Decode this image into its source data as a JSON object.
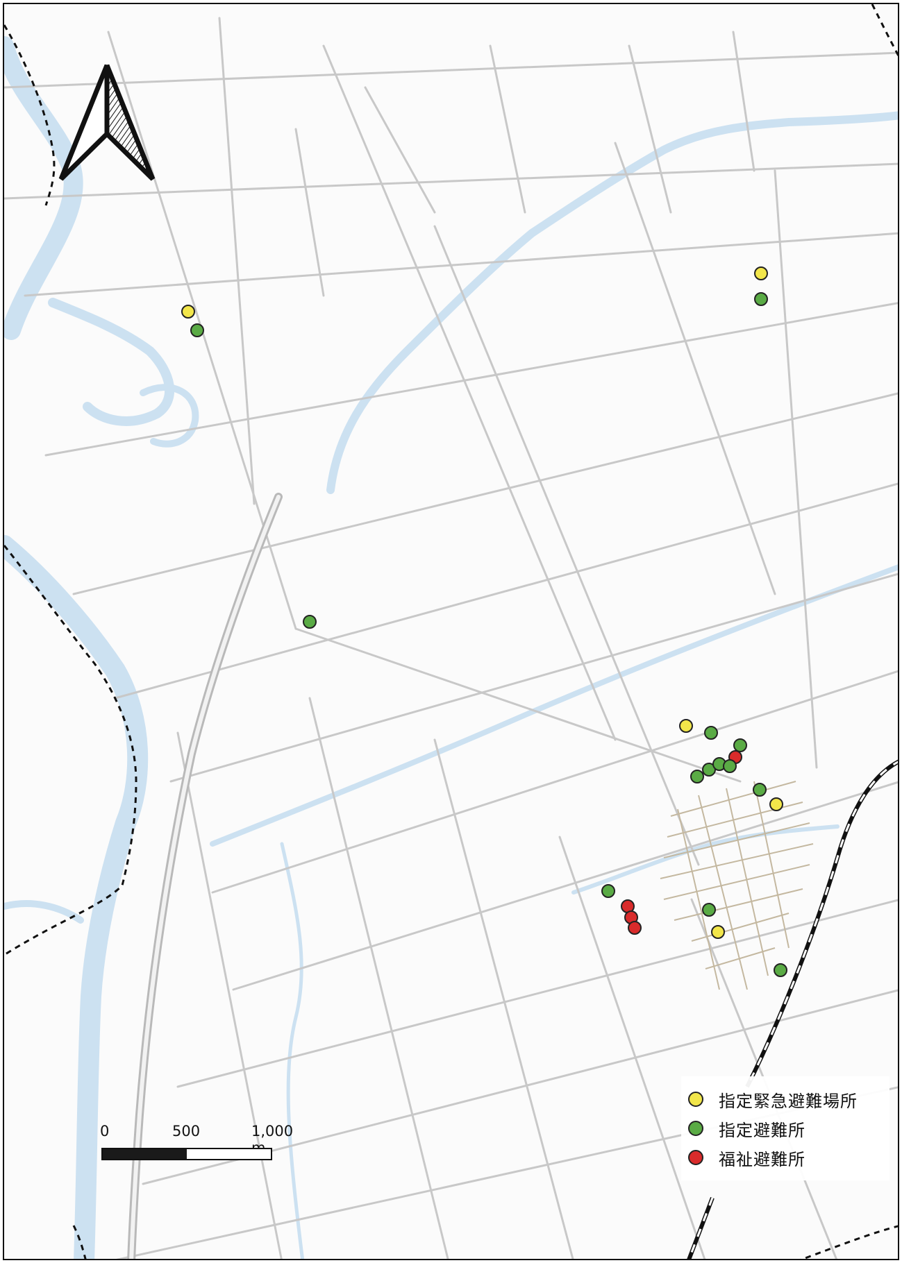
{
  "scale_bar": {
    "labels": [
      "0",
      "500",
      "1,000 m"
    ]
  },
  "legend": {
    "items": [
      {
        "label": "指定緊急避難場所",
        "color": "#f2e64a"
      },
      {
        "label": "指定避難所",
        "color": "#5aab45"
      },
      {
        "label": "福祉避難所",
        "color": "#d92b2b"
      }
    ]
  },
  "colors": {
    "water": "#cce1f1",
    "road": "#c8c8c8",
    "boundary": "#111111",
    "railway": "#111111"
  },
  "icons": [
    "north-arrow-icon"
  ]
}
